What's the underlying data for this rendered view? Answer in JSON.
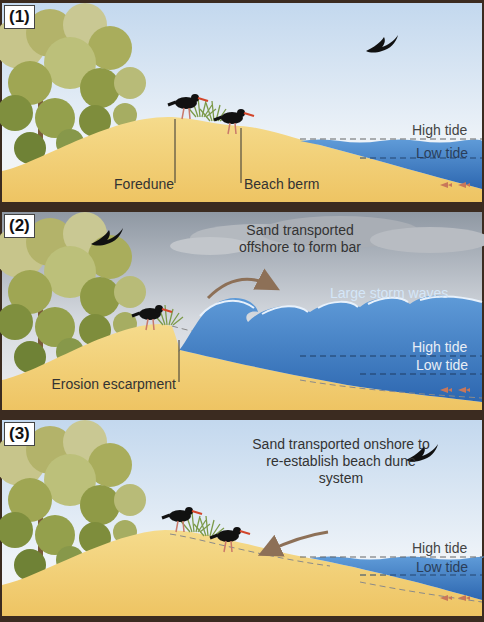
{
  "diagram": {
    "nodes": [
      {
        "text": [
          "(1)"
        ]
      },
      {
        "text": [
          "(2)"
        ]
      },
      {
        "text": [
          "(3)"
        ]
      }
    ],
    "labels": [
      "Foredune",
      "Beach berm",
      "High tide",
      "Low tide",
      "Sand transported offshore to form bar",
      "Large storm waves",
      "High tide",
      "Low tide",
      "Erosion escarpment",
      "Sand transported onshore to re-establish beach dune system",
      "High tide",
      "Low tide"
    ]
  }
}
